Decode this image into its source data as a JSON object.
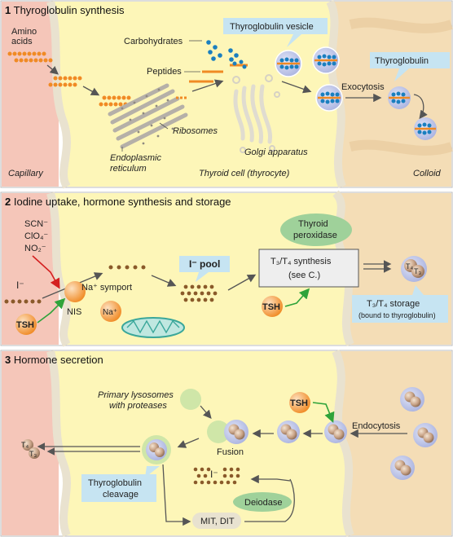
{
  "panel1": {
    "number": "1",
    "title": "Thyroglobulin synthesis",
    "labels": {
      "amino": "Amino",
      "acids": "acids",
      "carbohydrates": "Carbohydrates",
      "peptides": "Peptides",
      "ribosomes": "Ribosomes",
      "er1": "Endoplasmic",
      "er2": "reticulum",
      "golgi": "Golgi apparatus",
      "vesicle": "Thyroglobulin vesicle",
      "exocytosis": "Exocytosis",
      "thyroglobulin": "Thyroglobulin",
      "capillary": "Capillary",
      "cell": "Thyroid cell (thyrocyte)",
      "colloid": "Colloid"
    }
  },
  "panel2": {
    "number": "2",
    "title": "Iodine uptake, hormone synthesis and storage",
    "labels": {
      "scn": "SCN⁻",
      "clo4": "ClO₄⁻",
      "no2": "NO₂⁻",
      "iodide": "I⁻",
      "na_symport": "Na⁺ symport",
      "nis": "NIS",
      "na": "Na⁺",
      "tsh": "TSH",
      "pool": "I⁻ pool",
      "peroxidase1": "Thyroid",
      "peroxidase2": "peroxidase",
      "synthesis1": "T₃/T₄ synthesis",
      "synthesis2": "(see C.)",
      "tsh2": "TSH",
      "t4": "T₄",
      "t3": "T₃",
      "storage1": "T₃/T₄ storage",
      "storage2": "(bound to thyroglobulin)"
    }
  },
  "panel3": {
    "number": "3",
    "title": "Hormone secretion",
    "labels": {
      "lyso1": "Primary lysosomes",
      "lyso2": "with proteases",
      "tsh": "TSH",
      "endocytosis": "Endocytosis",
      "fusion": "Fusion",
      "t4": "T₄",
      "t3": "T₃",
      "cleavage1": "Thyroglobulin",
      "cleavage2": "cleavage",
      "iodide": "I⁻",
      "deiodase": "Deiodase",
      "mit_dit": "MIT, DIT"
    }
  },
  "colors": {
    "capillary": "#f5c6b9",
    "cell": "#fdf6b8",
    "colloid": "#f4ddb6",
    "membrane": "#e9e2cf",
    "callout": "#c6e4f2",
    "orange": "#f08a24",
    "blue": "#1a7fbf",
    "green": "#2ea33a",
    "brown": "#8a5a2a",
    "red": "#d42020"
  }
}
